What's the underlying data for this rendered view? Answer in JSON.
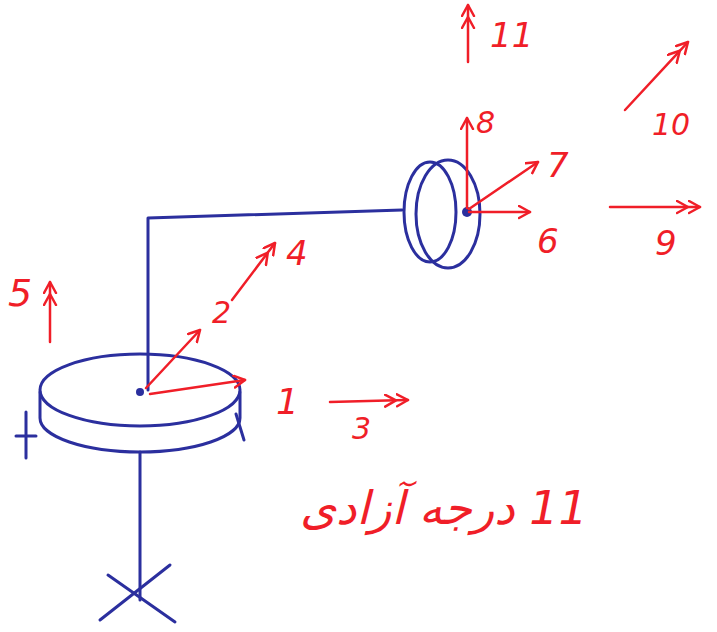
{
  "diagram": {
    "labels": [
      "11",
      "8",
      "10",
      "7",
      "6",
      "9",
      "5",
      "4",
      "2",
      "1",
      "3",
      "11 درجه آزادی"
    ]
  }
}
